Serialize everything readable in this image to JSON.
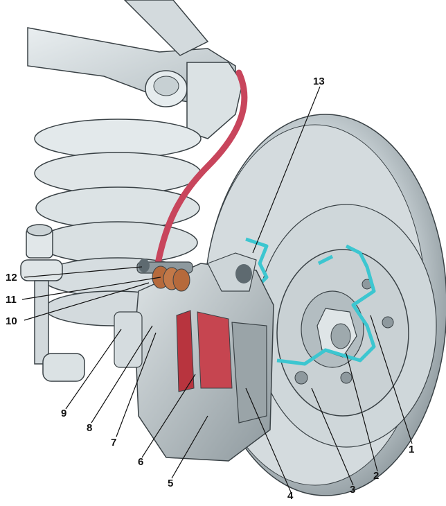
{
  "diagram": {
    "callouts": [
      {
        "id": "c1",
        "text": "1"
      },
      {
        "id": "c2",
        "text": "2"
      },
      {
        "id": "c3",
        "text": "3"
      },
      {
        "id": "c4",
        "text": "4"
      },
      {
        "id": "c5",
        "text": "5"
      },
      {
        "id": "c6",
        "text": "6"
      },
      {
        "id": "c7",
        "text": "7"
      },
      {
        "id": "c8",
        "text": "8"
      },
      {
        "id": "c9",
        "text": "9"
      },
      {
        "id": "c10",
        "text": "10"
      },
      {
        "id": "c11",
        "text": "11"
      },
      {
        "id": "c12",
        "text": "12"
      },
      {
        "id": "c13",
        "text": "13"
      }
    ],
    "colors": {
      "metal_light": "#dfe6e8",
      "metal_mid": "#b9c4c8",
      "metal_dark": "#6f7b80",
      "outline": "#3a4246",
      "brake_hose": "#c8455c",
      "pad_red": "#b8343e",
      "section_cyan": "#3cc6d0",
      "spring_bronze": "#b66a3c"
    }
  }
}
